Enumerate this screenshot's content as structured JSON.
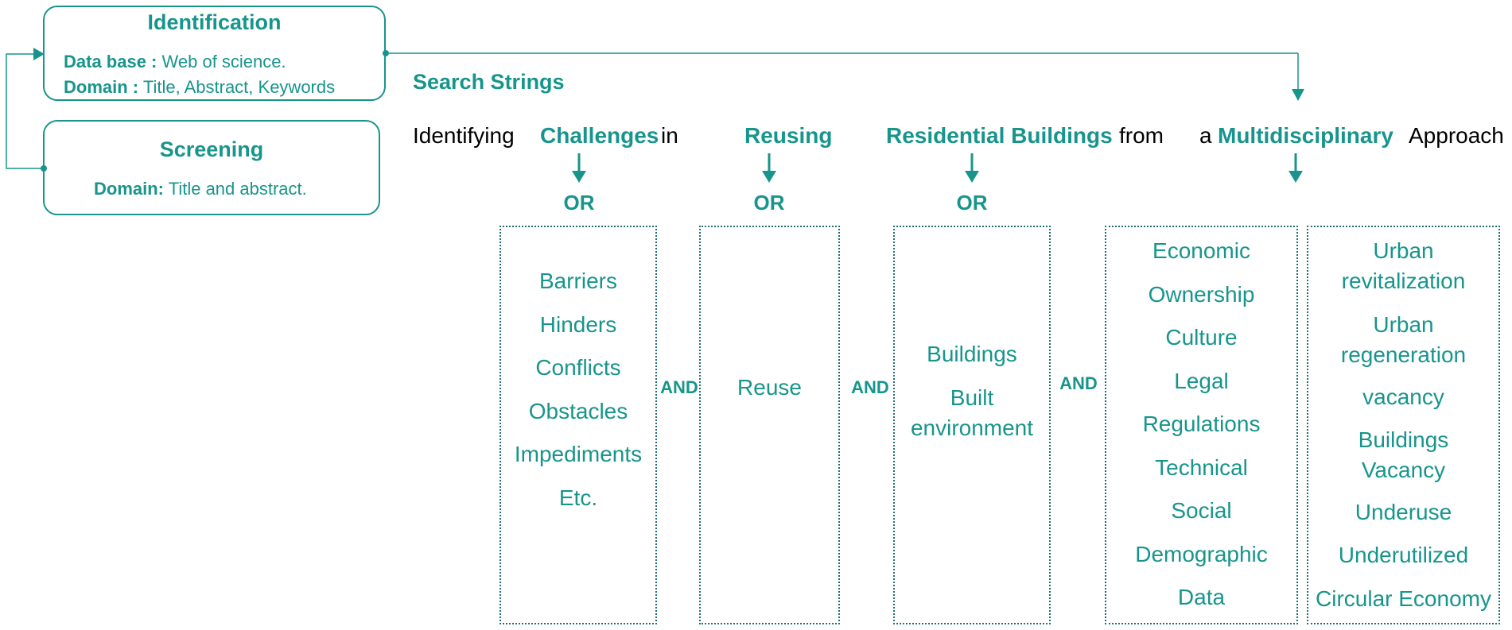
{
  "colors": {
    "accent": "#17958c",
    "dotted_border": "#1f6f73",
    "plain_text": "#000000"
  },
  "identification": {
    "title": "Identification",
    "database_label": "Data base :",
    "database_value": " Web of science.",
    "domain_label": "Domain :",
    "domain_value": " Title, Abstract, Keywords"
  },
  "screening": {
    "title": "Screening",
    "domain_label": "Domain:",
    "domain_value": " Title and abstract."
  },
  "search_strings": {
    "heading": "Search Strings",
    "sentence": {
      "w1": "Identifying",
      "k1": "Challenges",
      "w2": "in",
      "k2": "Reusing",
      "k3": "Residential Buildings",
      "w3": "from",
      "w4": "a",
      "k4": "Multidisciplinary",
      "w5": "Approach"
    }
  },
  "operators": {
    "or": "OR",
    "and": "AND"
  },
  "groups": [
    {
      "terms": [
        "Barriers",
        "Hinders",
        "Conflicts",
        "Obstacles",
        "Impediments",
        "Etc."
      ]
    },
    {
      "terms": [
        "Reuse"
      ]
    },
    {
      "terms": [
        "Buildings",
        "Built\nenvironment"
      ]
    },
    {
      "terms": [
        "Economic",
        "Ownership",
        "Culture",
        "Legal",
        "Regulations",
        "Technical",
        "Social",
        "Demographic",
        "Data"
      ]
    },
    {
      "terms": [
        "Urban\nrevitalization",
        "Urban\nregeneration",
        "vacancy",
        "Buildings\nVacancy",
        "Underuse",
        "Underutilized",
        "Circular Economy"
      ]
    }
  ]
}
